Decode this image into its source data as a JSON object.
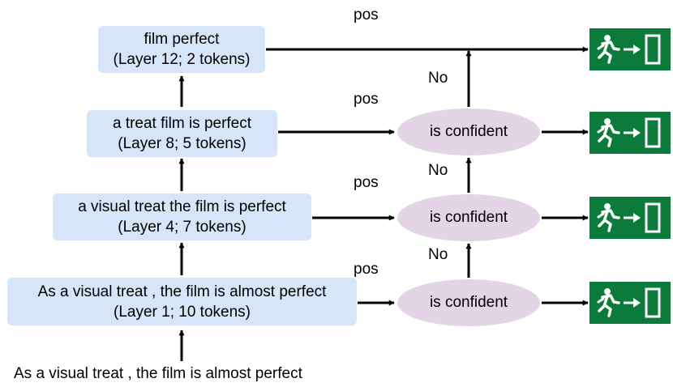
{
  "input_text": "As a visual treat , the film is almost perfect",
  "layers": [
    {
      "text": "As a visual treat , the film is almost perfect",
      "info": "(Layer 1; 10 tokens)"
    },
    {
      "text": "a visual treat the film is perfect",
      "info": "(Layer 4; 7 tokens)"
    },
    {
      "text": "a treat film is perfect",
      "info": "(Layer 8; 5 tokens)"
    },
    {
      "text": "film perfect",
      "info": "(Layer 12; 2 tokens)"
    }
  ],
  "prediction_label": "pos",
  "confidence_label": "is confident",
  "negative_label": "No",
  "exit_icon": "emergency-exit-icon",
  "colors": {
    "layer_box": "#d6e6f8",
    "confidence_node": "#e3d4e6",
    "exit_sign": "#0b7a3b"
  }
}
